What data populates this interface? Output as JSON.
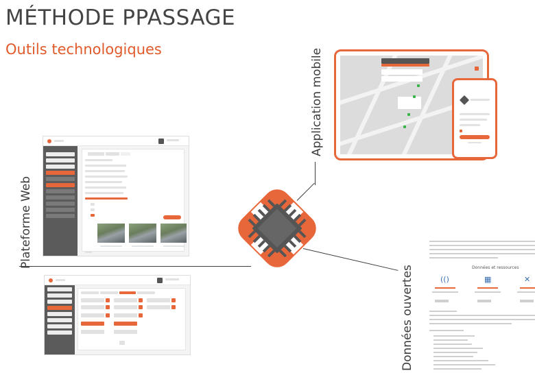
{
  "header": {
    "title": "MÉTHODE PPASSAGE",
    "subtitle": "Outils technologiques"
  },
  "labels": {
    "web": "Plateforme Web",
    "mobile": "Application mobile",
    "data": "Données ouvertes"
  },
  "data_page": {
    "section_title": "Données et ressources"
  },
  "colors": {
    "accent": "#e8673a",
    "text": "#3d3d3d",
    "chip_dark": "#555555"
  },
  "icons": {
    "center": "chip-icon"
  }
}
